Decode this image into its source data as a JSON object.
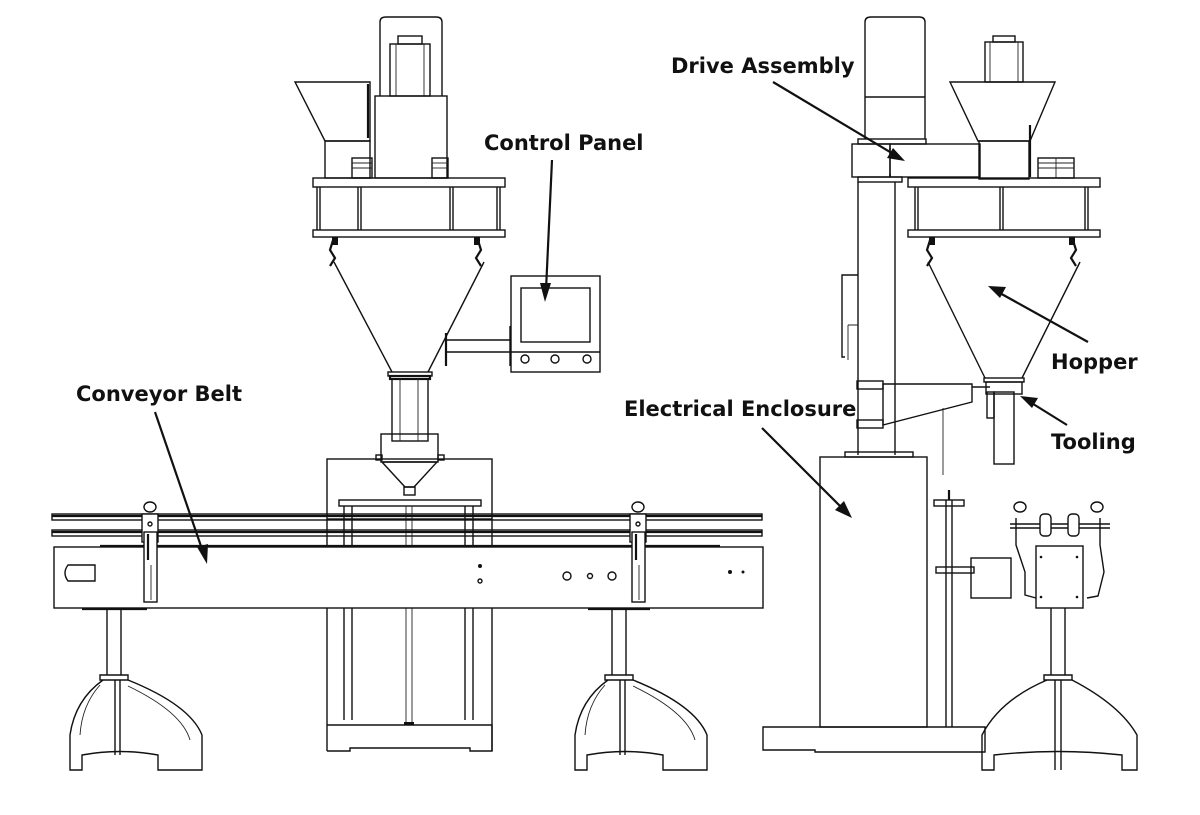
{
  "diagram": {
    "title": "Auger Powder Filling Machine with Conveyor — front and side views",
    "views": [
      "front-view",
      "side-view"
    ],
    "labels": {
      "drive_assembly": "Drive Assembly",
      "control_panel": "Control Panel",
      "conveyor_belt": "Conveyor Belt",
      "hopper": "Hopper",
      "electrical_enclosure": "Electrical Enclosure",
      "tooling": "Tooling"
    },
    "colors": {
      "line": "#111111",
      "background": "#ffffff"
    }
  }
}
